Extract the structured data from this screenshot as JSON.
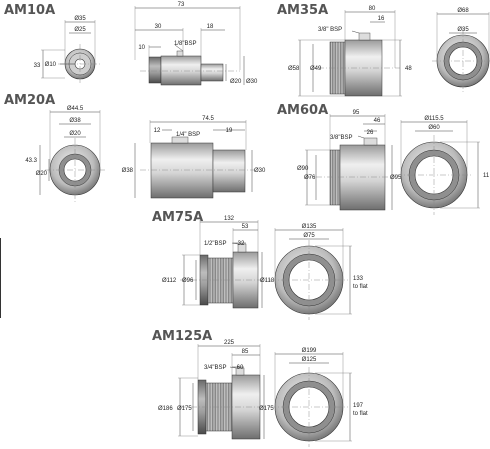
{
  "colors": {
    "light": "#f4f4f4",
    "mid": "#cfcfcf",
    "dark": "#8c8c8c",
    "darker": "#606060",
    "line": "#333333"
  },
  "models": [
    {
      "name": "AM10A",
      "dims": {
        "d35": "Ø35",
        "d25": "Ø25",
        "l33": "33",
        "d10": "Ø10",
        "l73": "73",
        "l30": "30",
        "l18": "18",
        "l10": "10",
        "bsp": "1/8\"BSP",
        "d20": "Ø20",
        "d30": "Ø30"
      }
    },
    {
      "name": "AM20A",
      "dims": {
        "d445": "Ø44.5",
        "d38": "Ø38",
        "d20": "Ø20",
        "l433": "43.3",
        "d20b": "Ø20",
        "l745": "74.5",
        "l12": "12",
        "bsp": "1/4\" BSP",
        "l19": "19",
        "d38s": "Ø38",
        "d30s": "Ø30"
      }
    },
    {
      "name": "AM35A",
      "dims": {
        "l80": "80",
        "l16": "16",
        "bsp": "3/8\" BSP",
        "d58": "Ø58",
        "d49": "Ø49",
        "l48": "48",
        "d68": "Ø68",
        "d35": "Ø35"
      }
    },
    {
      "name": "AM60A",
      "dims": {
        "l95": "95",
        "l46": "46",
        "bsp": "3/8\"BSP",
        "l26": "26",
        "d90": "Ø90",
        "d76": "Ø76",
        "d95": "Ø95",
        "d1155": "Ø115.5",
        "d60": "Ø60",
        "l11": "11"
      }
    },
    {
      "name": "AM75A",
      "dims": {
        "l132": "132",
        "l53": "53",
        "bsp": "1/2\"BSP",
        "l32": "32",
        "d112": "Ø112",
        "d96": "Ø96",
        "d118": "Ø118",
        "d135": "Ø135",
        "d75": "Ø75",
        "l133": "133",
        "flat": "to flat"
      }
    },
    {
      "name": "AM125A",
      "dims": {
        "l225": "225",
        "l85": "85",
        "bsp": "3/4\"BSP",
        "l60": "60",
        "d186": "Ø186",
        "d175": "Ø175",
        "d175b": "Ø175",
        "d199": "Ø199",
        "d125": "Ø125",
        "l197": "197",
        "flat": "to flat"
      }
    }
  ]
}
